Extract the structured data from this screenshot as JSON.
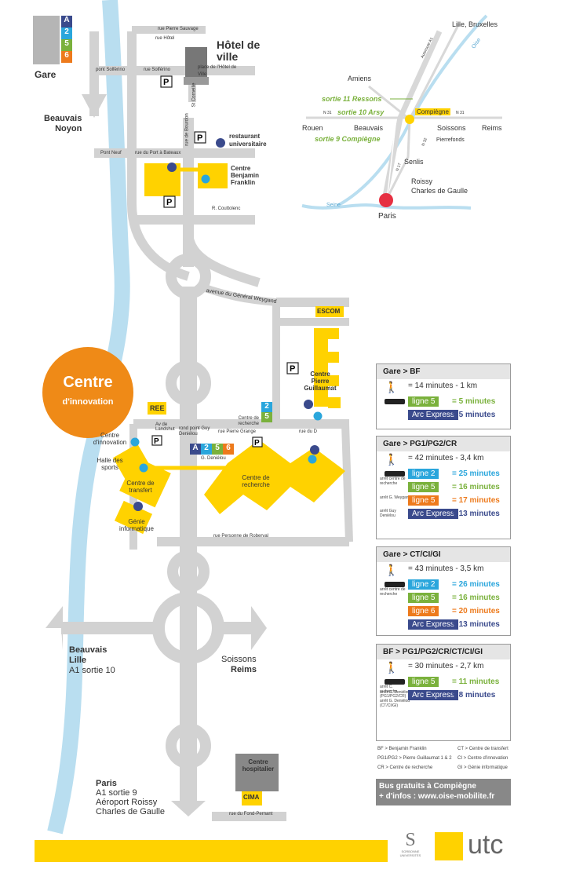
{
  "colors": {
    "yellow": "#ffd200",
    "orange": "#ef8a17",
    "gray_road": "#d2d2d2",
    "river": "#b9def0",
    "cyan": "#2aa6dc",
    "green": "#7ab13c",
    "orange_line": "#ed7a1c",
    "navy": "#3a4a8c"
  },
  "gare": {
    "label": "Gare",
    "lines": [
      "A",
      "2",
      "5",
      "6"
    ]
  },
  "places": {
    "hotel_de_ville": "Hôtel de ville",
    "restaurant": "restaurant universitaire",
    "centre_bf": "Centre Benjamin Franklin",
    "escom": "ESCOM",
    "centre_pg": "Centre Pierre Guillaumat",
    "ree": "REE",
    "centre_innovation_small": "Centre d'innovation",
    "halle": "Halle des sports",
    "centre_transfert": "Centre de transfert",
    "genie": "Génie informatique",
    "centre_recherche": "Centre de recherche",
    "centre_recherche_stop": "Centre de recherche",
    "centre_hospitalier": "Centre hospitalier",
    "cima": "CIMA",
    "g_denielou": "G. Deniélou"
  },
  "highlight": {
    "title": "Centre",
    "subtitle": "d'innovation"
  },
  "directions": {
    "beauvais_noyon": [
      "Beauvais",
      "Noyon"
    ],
    "beauvais_lille": [
      "Beauvais",
      "Lille",
      "A1 sortie 10"
    ],
    "soissons_reims": [
      "Soissons",
      "Reims"
    ],
    "paris": [
      "Paris",
      "A1 sortie 9",
      "Aéroport Roissy",
      "Charles de Gaulle"
    ]
  },
  "streets": {
    "pierre_sauvage": "rue Pierre Sauvage",
    "rue_hotel": "rue Hôtel",
    "solferino_pont": "pont Solférino",
    "solferino_rue": "rue Solférino",
    "place_hdv": "place de l'Hôtel de Ville",
    "st_corneille": "St Corneille",
    "rue_bourdon": "rue de Bourdon",
    "pont_neuf": "Pont Neuf",
    "port_bateaux": "rue du Port à Bateaux",
    "couttolenc": "R. Couttolenc",
    "weygand": "avenue du Général Weygand",
    "av_landshut": "Av de Landshut",
    "rond_point": "rond point Guy Deniélou",
    "pierre_grange": "rue Pierre Grange",
    "rue_dud": "rue du D",
    "roberval": "rue Personne de Roberval",
    "fond_pernant": "rue du Fond-Pernant"
  },
  "stop_lines_centre_recherche": [
    "2",
    "5"
  ],
  "stop_lines_denielou": [
    "A",
    "2",
    "5",
    "6"
  ],
  "inset": {
    "cities": [
      "Lille, Bruxelles",
      "Amiens",
      "Rouen",
      "Beauvais",
      "Compiègne",
      "Soissons",
      "Reims",
      "Pierrefonds",
      "Senlis",
      "Roissy",
      "Charles de Gaulle",
      "Paris",
      "Oise",
      "Seine"
    ],
    "exits": [
      "sortie 11 Ressons",
      "sortie 10 Arsy",
      "sortie 9 Compiègne"
    ],
    "roads": [
      "Autoroute A1",
      "N 31",
      "N 31",
      "N 32",
      "N 17"
    ]
  },
  "panels": [
    {
      "title": "Gare > BF",
      "walk": "= 14 minutes - 1 km",
      "rows": [
        {
          "line": "ligne 5",
          "color": "green",
          "value": "= 5 minutes",
          "stop": ""
        },
        {
          "line": "Arc Express",
          "color": "navy",
          "value": "= 5 minutes",
          "stop": ""
        }
      ]
    },
    {
      "title": "Gare > PG1/PG2/CR",
      "walk": "= 42 minutes - 3,4 km",
      "rows": [
        {
          "line": "ligne 2",
          "color": "cyan",
          "value": "= 25 minutes",
          "stop": "arrêt centre de recherche"
        },
        {
          "line": "ligne 5",
          "color": "green",
          "value": "= 16 minutes",
          "stop": ""
        },
        {
          "line": "ligne 5",
          "color": "orange",
          "value": "= 17 minutes",
          "stop": "arrêt G. Weygand"
        },
        {
          "line": "Arc Express",
          "color": "navy",
          "value": "= 13 minutes",
          "stop": "arrêt Guy Deniélou"
        }
      ]
    },
    {
      "title": "Gare > CT/CI/GI",
      "walk": "= 43 minutes - 3,5 km",
      "rows": [
        {
          "line": "ligne 2",
          "color": "cyan",
          "value": "= 26 minutes",
          "stop": "arrêt centre de recherche"
        },
        {
          "line": "ligne 5",
          "color": "green",
          "value": "= 16 minutes",
          "stop": ""
        },
        {
          "line": "ligne 6",
          "color": "orange",
          "value": "= 20 minutes",
          "stop": ""
        },
        {
          "line": "Arc Express",
          "color": "navy",
          "value": "= 13 minutes",
          "stop": ""
        }
      ]
    },
    {
      "title": "BF > PG1/PG2/CR/CT/CI/GI",
      "walk": "= 30 minutes - 2,7 km",
      "rows": [
        {
          "line": "ligne 5",
          "color": "green",
          "value": "= 11 minutes",
          "stop": "arrêt C. recherche (PG1/PG2/CR) arrêt G. Deniélou (CT/CI/GI)"
        },
        {
          "line": "Arc Express",
          "color": "navy",
          "value": "= 8 minutes",
          "stop": "arrêt G. Deniélou"
        }
      ]
    }
  ],
  "legend": [
    [
      "BF > Benjamin Franklin",
      "CT > Centre de transfert"
    ],
    [
      "PG1/PG2 > Pierre Guillaumat 1 & 2",
      "CI > Centre d'innovation"
    ],
    [
      "CR > Centre de recherche",
      "GI > Génie informatique"
    ]
  ],
  "info_box": {
    "line1": "Bus gratuits à Compiègne",
    "line2": "+ d'infos : www.oise-mobilite.fr"
  },
  "logos": {
    "sorbonne": "SORBONNE UNIVERSITÉS",
    "utc": "utc"
  }
}
